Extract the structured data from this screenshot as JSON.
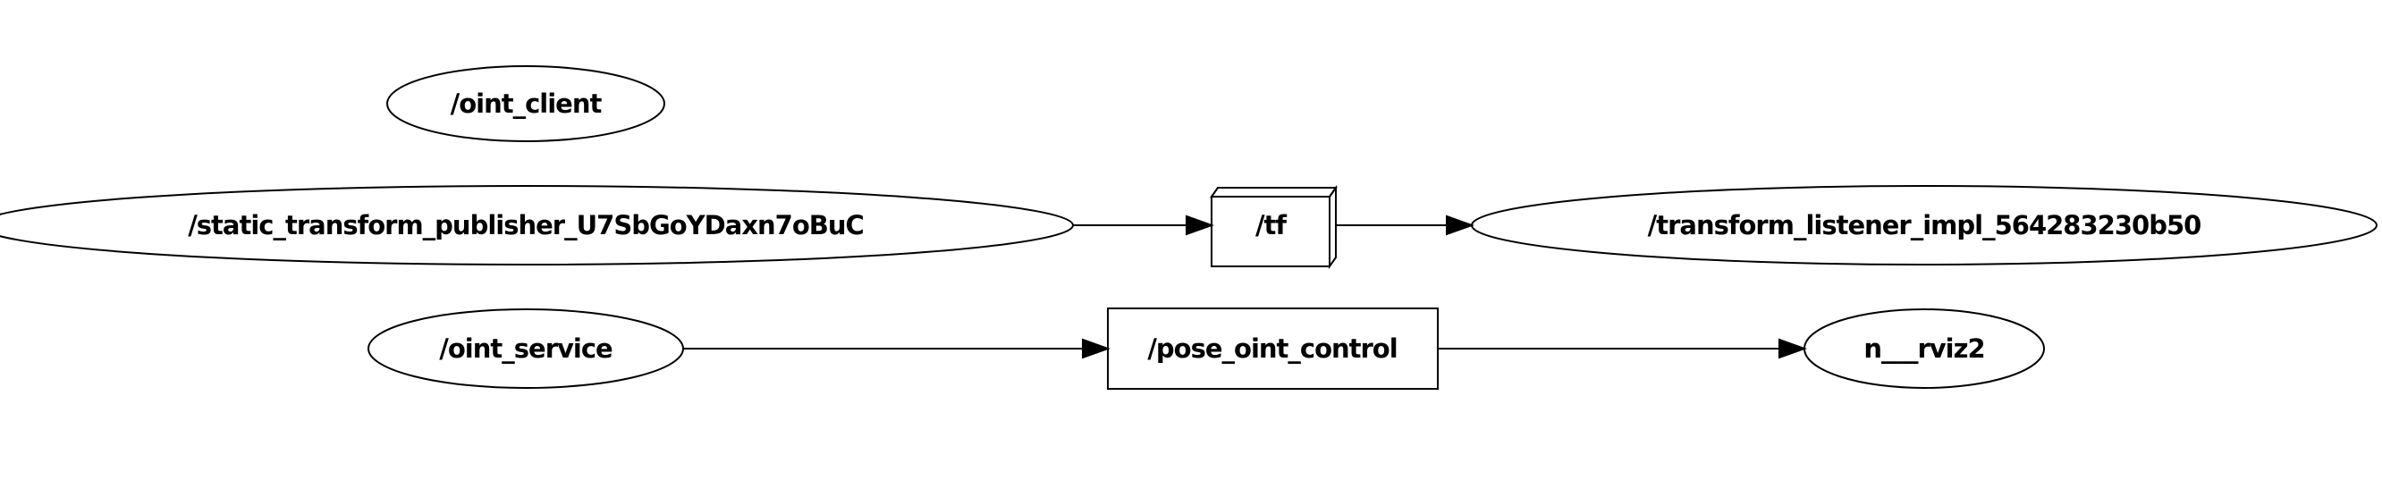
{
  "graph": {
    "nodes": {
      "oint_client": "/oint_client",
      "static_pub": "/static_transform_publisher_U7SbGoYDaxn7oBuC",
      "tf": "/tf",
      "tf_listener": "/transform_listener_impl_564283230b50",
      "oint_service": "/oint_service",
      "pose_oint_control": "/pose_oint_control",
      "rviz2": "n___rviz2"
    },
    "edges": [
      {
        "from": "/static_transform_publisher_U7SbGoYDaxn7oBuC",
        "to": "/tf"
      },
      {
        "from": "/tf",
        "to": "/transform_listener_impl_564283230b50"
      },
      {
        "from": "/oint_service",
        "to": "/pose_oint_control"
      },
      {
        "from": "/pose_oint_control",
        "to": "n___rviz2"
      }
    ]
  }
}
